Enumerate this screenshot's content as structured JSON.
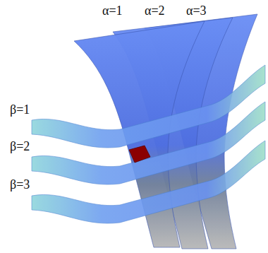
{
  "diagram": {
    "labels": [
      "α=1",
      "α=2",
      "α=3",
      "β=1",
      "β=2",
      "β=3"
    ]
  }
}
